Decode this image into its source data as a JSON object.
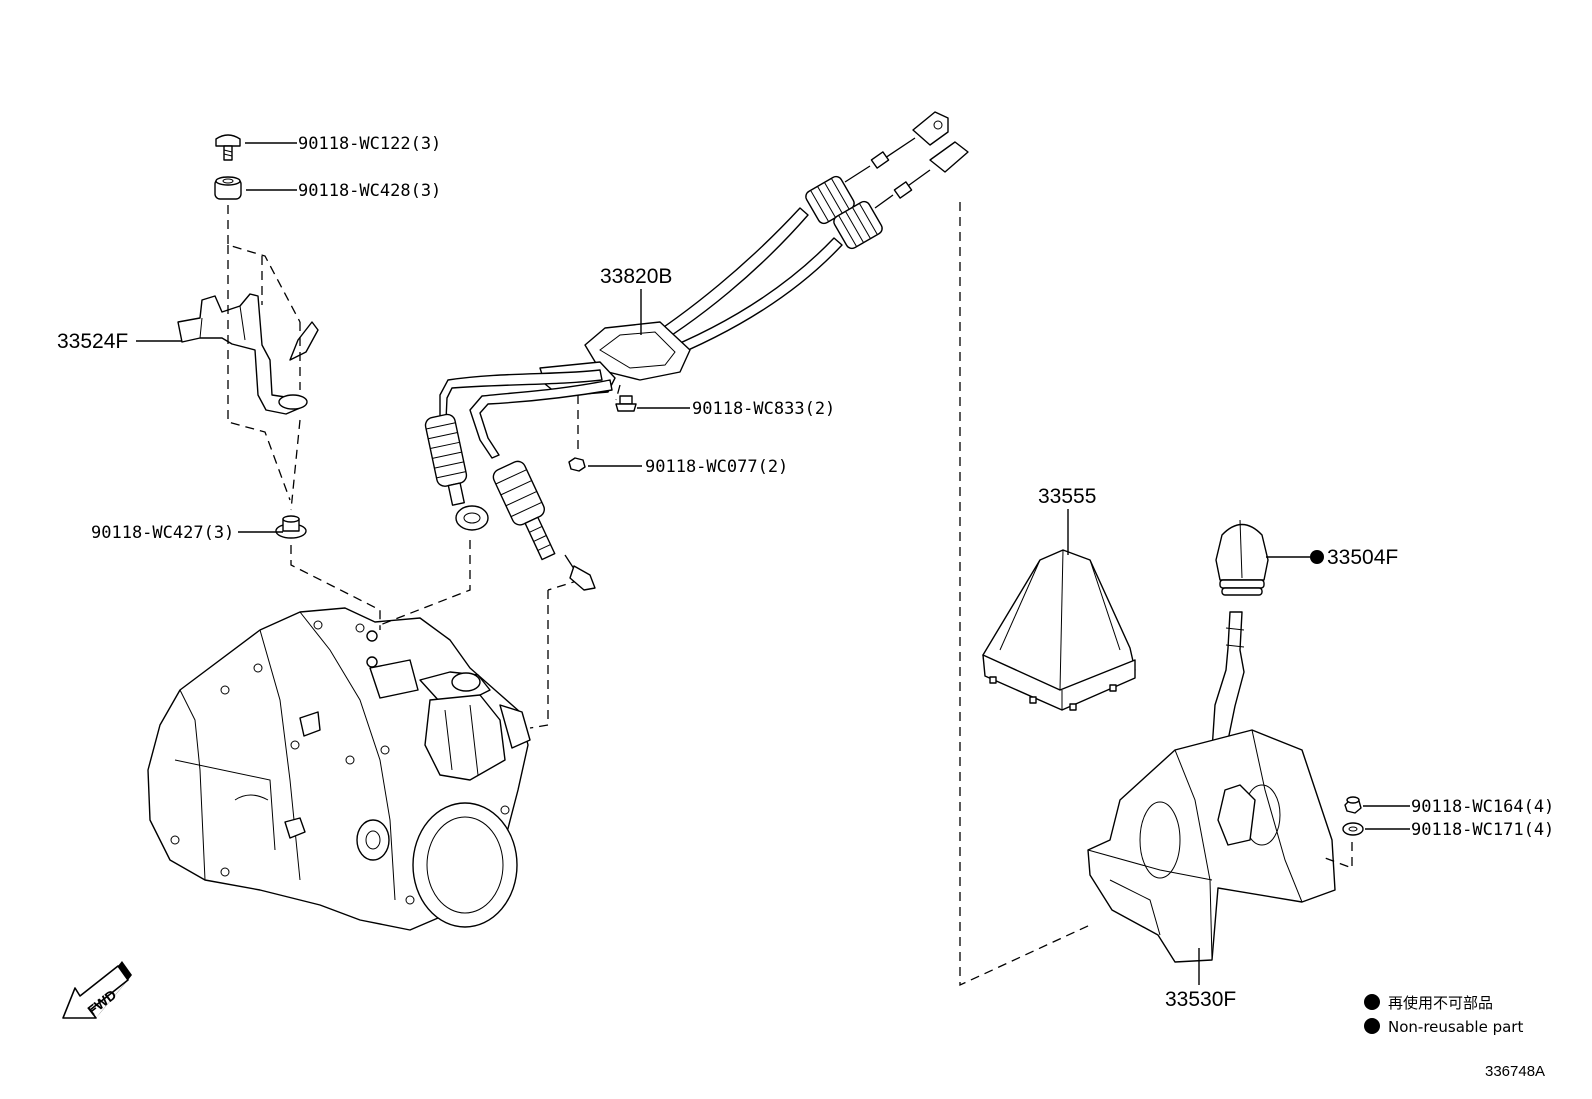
{
  "parts": {
    "p1": "90118-WC122(3)",
    "p2": "90118-WC428(3)",
    "p3": "33524F",
    "p4": "90118-WC427(3)",
    "p5": "33820B",
    "p6": "90118-WC833(2)",
    "p7": "90118-WC077(2)",
    "p8": "33555",
    "p9": "33504F",
    "p10": "90118-WC164(4)",
    "p11": "90118-WC171(4)",
    "p12": "33530F"
  },
  "direction_label": "FWD",
  "legend": {
    "japanese": "再使用不可部品",
    "english": "Non-reusable part"
  },
  "illustration_id": "336748A"
}
